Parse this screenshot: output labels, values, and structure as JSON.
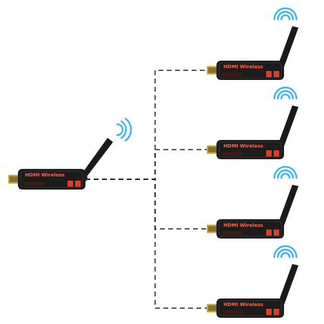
{
  "diagram": {
    "nodes": [
      {
        "text": [
          "HDMI Wireless"
        ]
      },
      {
        "text": [
          "HDMI Wireless"
        ]
      },
      {
        "text": [
          "HDMI Wireless"
        ]
      },
      {
        "text": [
          "HDMI Wireless"
        ]
      },
      {
        "text": [
          "HDMI Wireless"
        ]
      }
    ],
    "edges": [
      {
        "from": 0,
        "to": 1,
        "arrow": "none"
      },
      {
        "from": 0,
        "to": 2,
        "arrow": "none"
      },
      {
        "from": 0,
        "to": 3,
        "arrow": "none"
      },
      {
        "from": 0,
        "to": 4,
        "arrow": "none"
      }
    ]
  }
}
